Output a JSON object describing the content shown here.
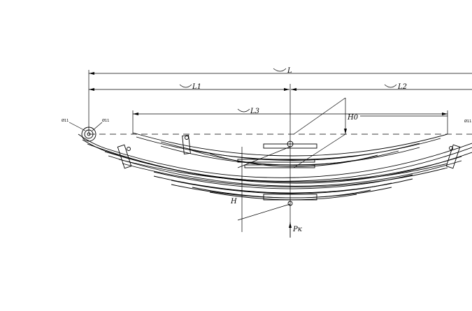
{
  "dimensions": {
    "overall": "L",
    "left": "L1",
    "right": "L2",
    "short_leaf": "L3",
    "height_free": "H0",
    "height": "H",
    "load": "Pк"
  },
  "small_notes": {
    "left_a": "Ø11",
    "left_b": "Ø11",
    "right": "Ø11"
  }
}
